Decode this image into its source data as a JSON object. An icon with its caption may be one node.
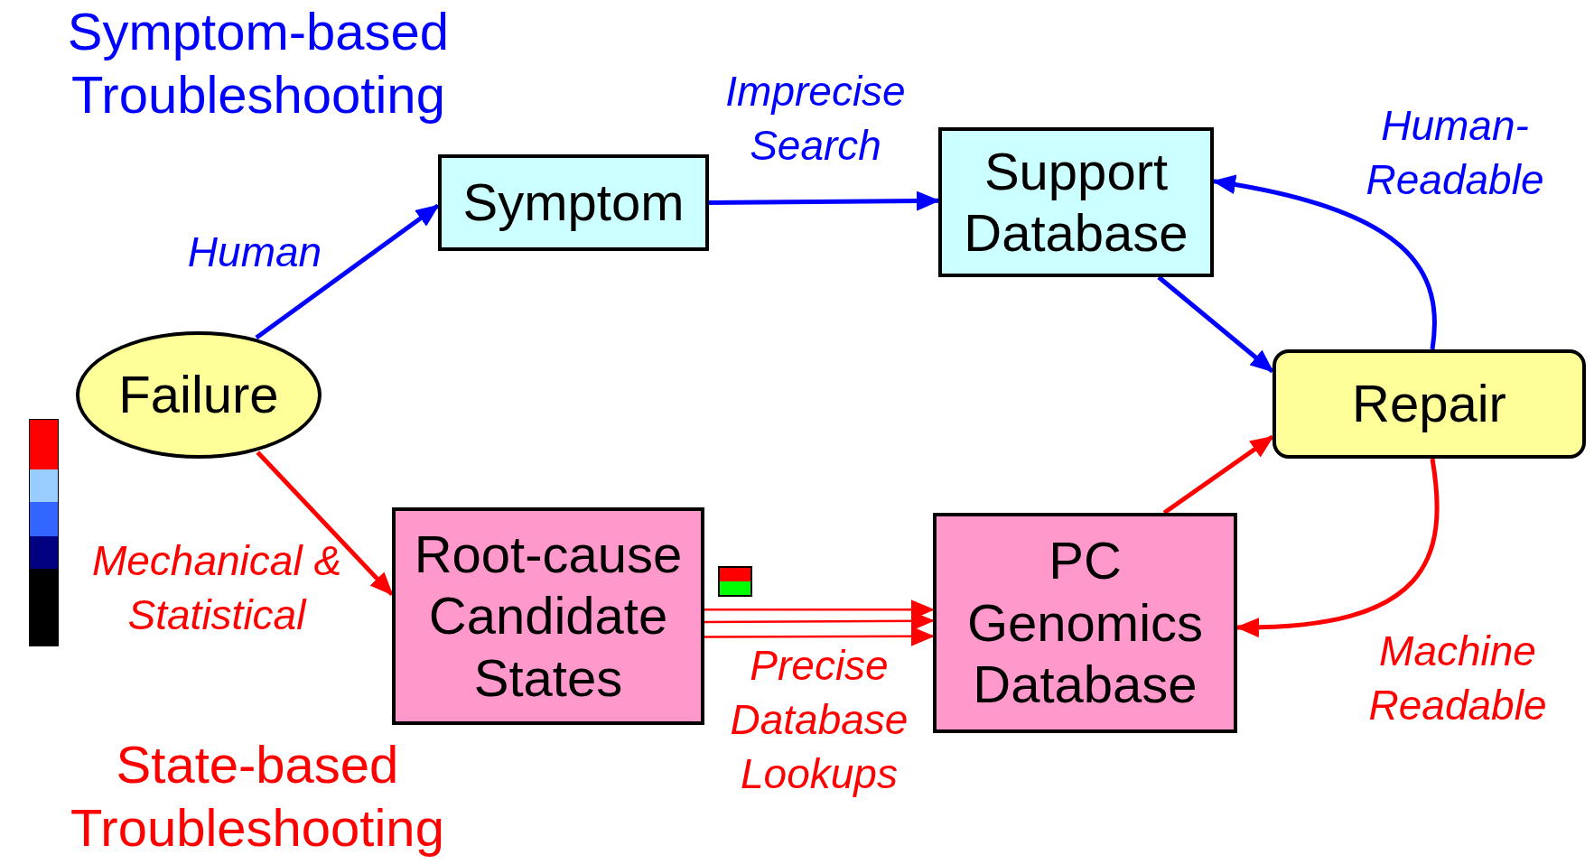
{
  "diagram": {
    "nodes": [
      {
        "text": [
          "Symptom"
        ]
      },
      {
        "text": [
          "Support Database"
        ]
      },
      {
        "text": [
          "Failure"
        ]
      },
      {
        "text": [
          "Repair"
        ]
      },
      {
        "text": [
          "Root-cause Candidate States"
        ]
      },
      {
        "text": [
          "PC Genomics Database"
        ]
      },
      {
        "text": [],
        "shape": "bar"
      }
    ],
    "edges": [
      {
        "from": 2,
        "to": 0,
        "arrow": "to",
        "label": "Human",
        "color": "#0000ff"
      },
      {
        "from": 0,
        "to": 1,
        "arrow": "to",
        "label": "Imprecise Search",
        "color": "#0000ff"
      },
      {
        "from": 1,
        "to": 3,
        "arrow": "to",
        "color": "#0000ff"
      },
      {
        "from": 3,
        "to": 1,
        "arrow": "to",
        "label": "Human-Readable",
        "color": "#0000ff"
      },
      {
        "from": 2,
        "to": 4,
        "arrow": "to",
        "label": "Mechanical & Statistical",
        "color": "#ff0000"
      },
      {
        "from": 4,
        "to": 5,
        "arrow": "to",
        "color": "#ff0000"
      },
      {
        "from": 4,
        "to": 5,
        "arrow": "to",
        "color": "#ff0000"
      },
      {
        "from": 4,
        "to": 5,
        "arrow": "to",
        "label": "Precise Database Lookups",
        "color": "#ff0000"
      },
      {
        "from": 5,
        "to": 3,
        "arrow": "to",
        "color": "#ff0000"
      },
      {
        "from": 3,
        "to": 5,
        "arrow": "to",
        "label": "Machine Readable",
        "color": "#ff0000"
      }
    ],
    "labels": [
      "Symptom-based Troubleshooting",
      "State-based Troubleshooting"
    ]
  }
}
